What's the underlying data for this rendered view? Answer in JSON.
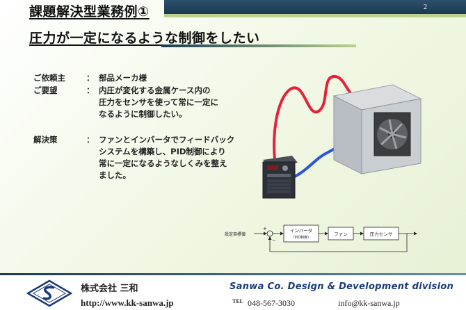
{
  "slide": {
    "page_number": "2",
    "title_line1": "課題解決型業務例①",
    "title_line2": "圧力が一定になるような制御をしたい"
  },
  "content": {
    "client_label": "ご依頼主",
    "client_sep": "：",
    "client_value": "部品メーカ様",
    "request_label": "ご要望",
    "request_sep": "：",
    "request_lines": [
      "内圧が変化する金属ケース内の",
      "圧力をセンサを使って常に一定に",
      "なるように制御したい。"
    ],
    "solution_label": "解決策",
    "solution_sep": "：",
    "solution_lines": [
      "ファンとインバータでフィードバック",
      "システムを構築し、PID制御により",
      "常に一定になるようなしくみを整え",
      "ました。"
    ]
  },
  "diagram": {
    "setpoint_label": "設定目標値",
    "plus": "+",
    "minus": "−",
    "inverter_label": "インバータ",
    "inverter_sub": "（PID制御）",
    "fan_label": "ファン",
    "sensor_label": "圧力センサ"
  },
  "footer": {
    "company": "株式会社  三和",
    "division": "Sanwa  Co.  Design & Development division",
    "url": "http://www.kk-sanwa.jp",
    "tel_label": "TEL",
    "tel": "048-567-3030",
    "email": "info@kk-sanwa.jp"
  },
  "colors": {
    "header_dark": "#1b3a52",
    "header_light": "#b9d28e",
    "cable_red": "#e8203a",
    "cable_blue": "#2a55d8",
    "division_text": "#1a3a7a"
  }
}
